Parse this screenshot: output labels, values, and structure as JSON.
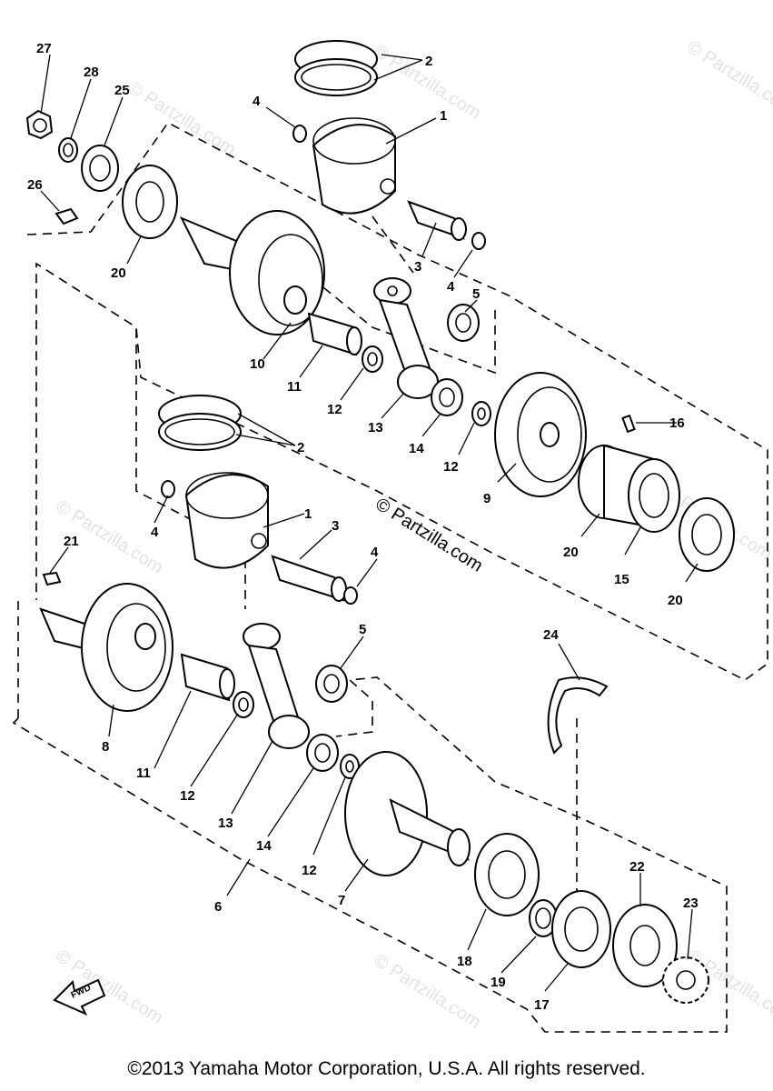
{
  "watermarks": {
    "main": "© Partzilla.com",
    "faint": "© Partzilla.com"
  },
  "fwd_label": "FWD",
  "callouts": {
    "c27": "27",
    "c28": "28",
    "c25": "25",
    "c26": "26",
    "c20a": "20",
    "c2a": "2",
    "c4a": "4",
    "c1a": "1",
    "c3a": "3",
    "c4b": "4",
    "c5a": "5",
    "c10": "10",
    "c11a": "11",
    "c12a": "12",
    "c13a": "13",
    "c14a": "14",
    "c12b": "12",
    "c16": "16",
    "c9": "9",
    "c2b": "2",
    "c4c": "4",
    "c1b": "1",
    "c3b": "3",
    "c4d": "4",
    "c20b": "20",
    "c15": "15",
    "c20c": "20",
    "c21": "21",
    "c5b": "5",
    "c24": "24",
    "c8": "8",
    "c11b": "11",
    "c12c": "12",
    "c13b": "13",
    "c14b": "14",
    "c12d": "12",
    "c7": "7",
    "c6": "6",
    "c22": "22",
    "c23": "23",
    "c18": "18",
    "c19": "19",
    "c17": "17"
  },
  "copyright": "©2013 Yamaha Motor Corporation, U.S.A. All rights reserved."
}
